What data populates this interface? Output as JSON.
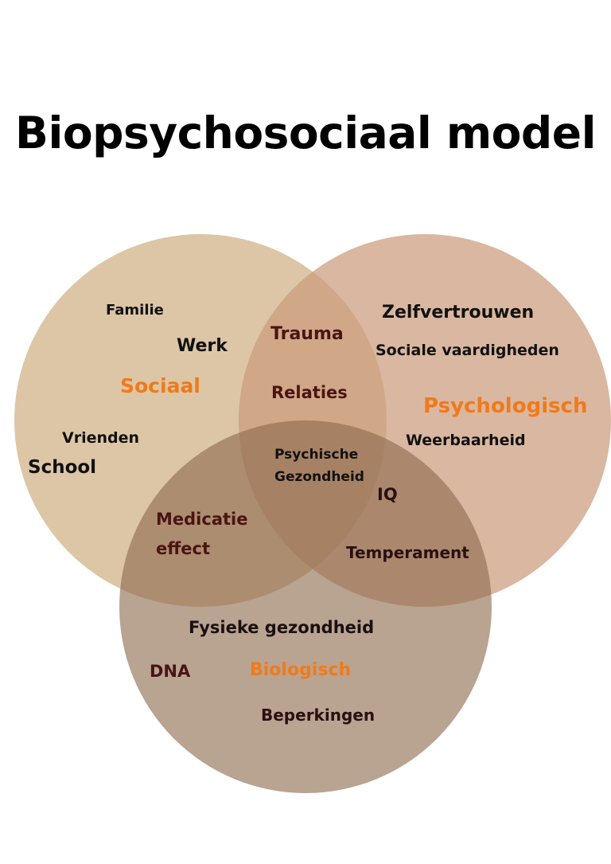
{
  "title": "Biopsychosociaal model",
  "colors": {
    "sociaal_circle": "#dcc6a6",
    "psychologisch_circle": "#d8b49b",
    "biologisch_circle": "#9a7b62",
    "category_label": "#f07a1a",
    "overlap_text": "#4a1414",
    "item_text": "#111111"
  },
  "circles": {
    "sociaal": {
      "name": "Sociaal",
      "items": [
        "Familie",
        "Werk",
        "Vrienden",
        "School"
      ]
    },
    "psychologisch": {
      "name": "Psychologisch",
      "items": [
        "Zelfvertrouwen",
        "Sociale vaardigheden",
        "Weerbaarheid"
      ]
    },
    "biologisch": {
      "name": "Biologisch",
      "items": [
        "Fysieke gezondheid",
        "DNA",
        "Beperkingen"
      ]
    }
  },
  "overlaps": {
    "sociaal_psychologisch": [
      "Trauma",
      "Relaties"
    ],
    "all_three": [
      "Psychische",
      "Gezondheid"
    ],
    "sociaal_biologisch": [
      "Medicatie",
      "effect"
    ],
    "psychologisch_biologisch": [
      "IQ",
      "Temperament"
    ]
  }
}
